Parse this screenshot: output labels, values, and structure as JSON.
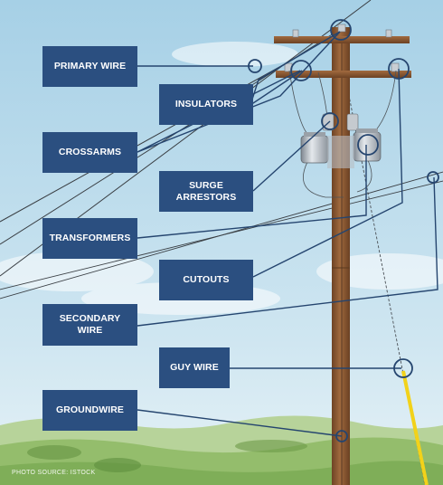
{
  "labels": {
    "primary_wire": "PRIMARY WIRE",
    "insulators": "INSULATORS",
    "crossarms": "CROSSARMS",
    "surge_arrestors": "SURGE ARRESTORS",
    "transformers": "TRANSFORMERS",
    "cutouts": "CUTOUTS",
    "secondary_wire_line1": "SECONDARY",
    "secondary_wire_line2": "WIRE",
    "guy_wire": "GUY WIRE",
    "groundwire": "GROUNDWIRE"
  },
  "credit": "PHOTO SOURCE: ISTOCK",
  "colors": {
    "label_bg": "#2b4f80",
    "leader_line": "#25456f",
    "pole": "#8a5a34",
    "sky_top": "#a9d3e8",
    "sky_bottom": "#d8ecf4",
    "hills": "#9cc07a",
    "guy_wire_guard": "#f2d21a"
  }
}
